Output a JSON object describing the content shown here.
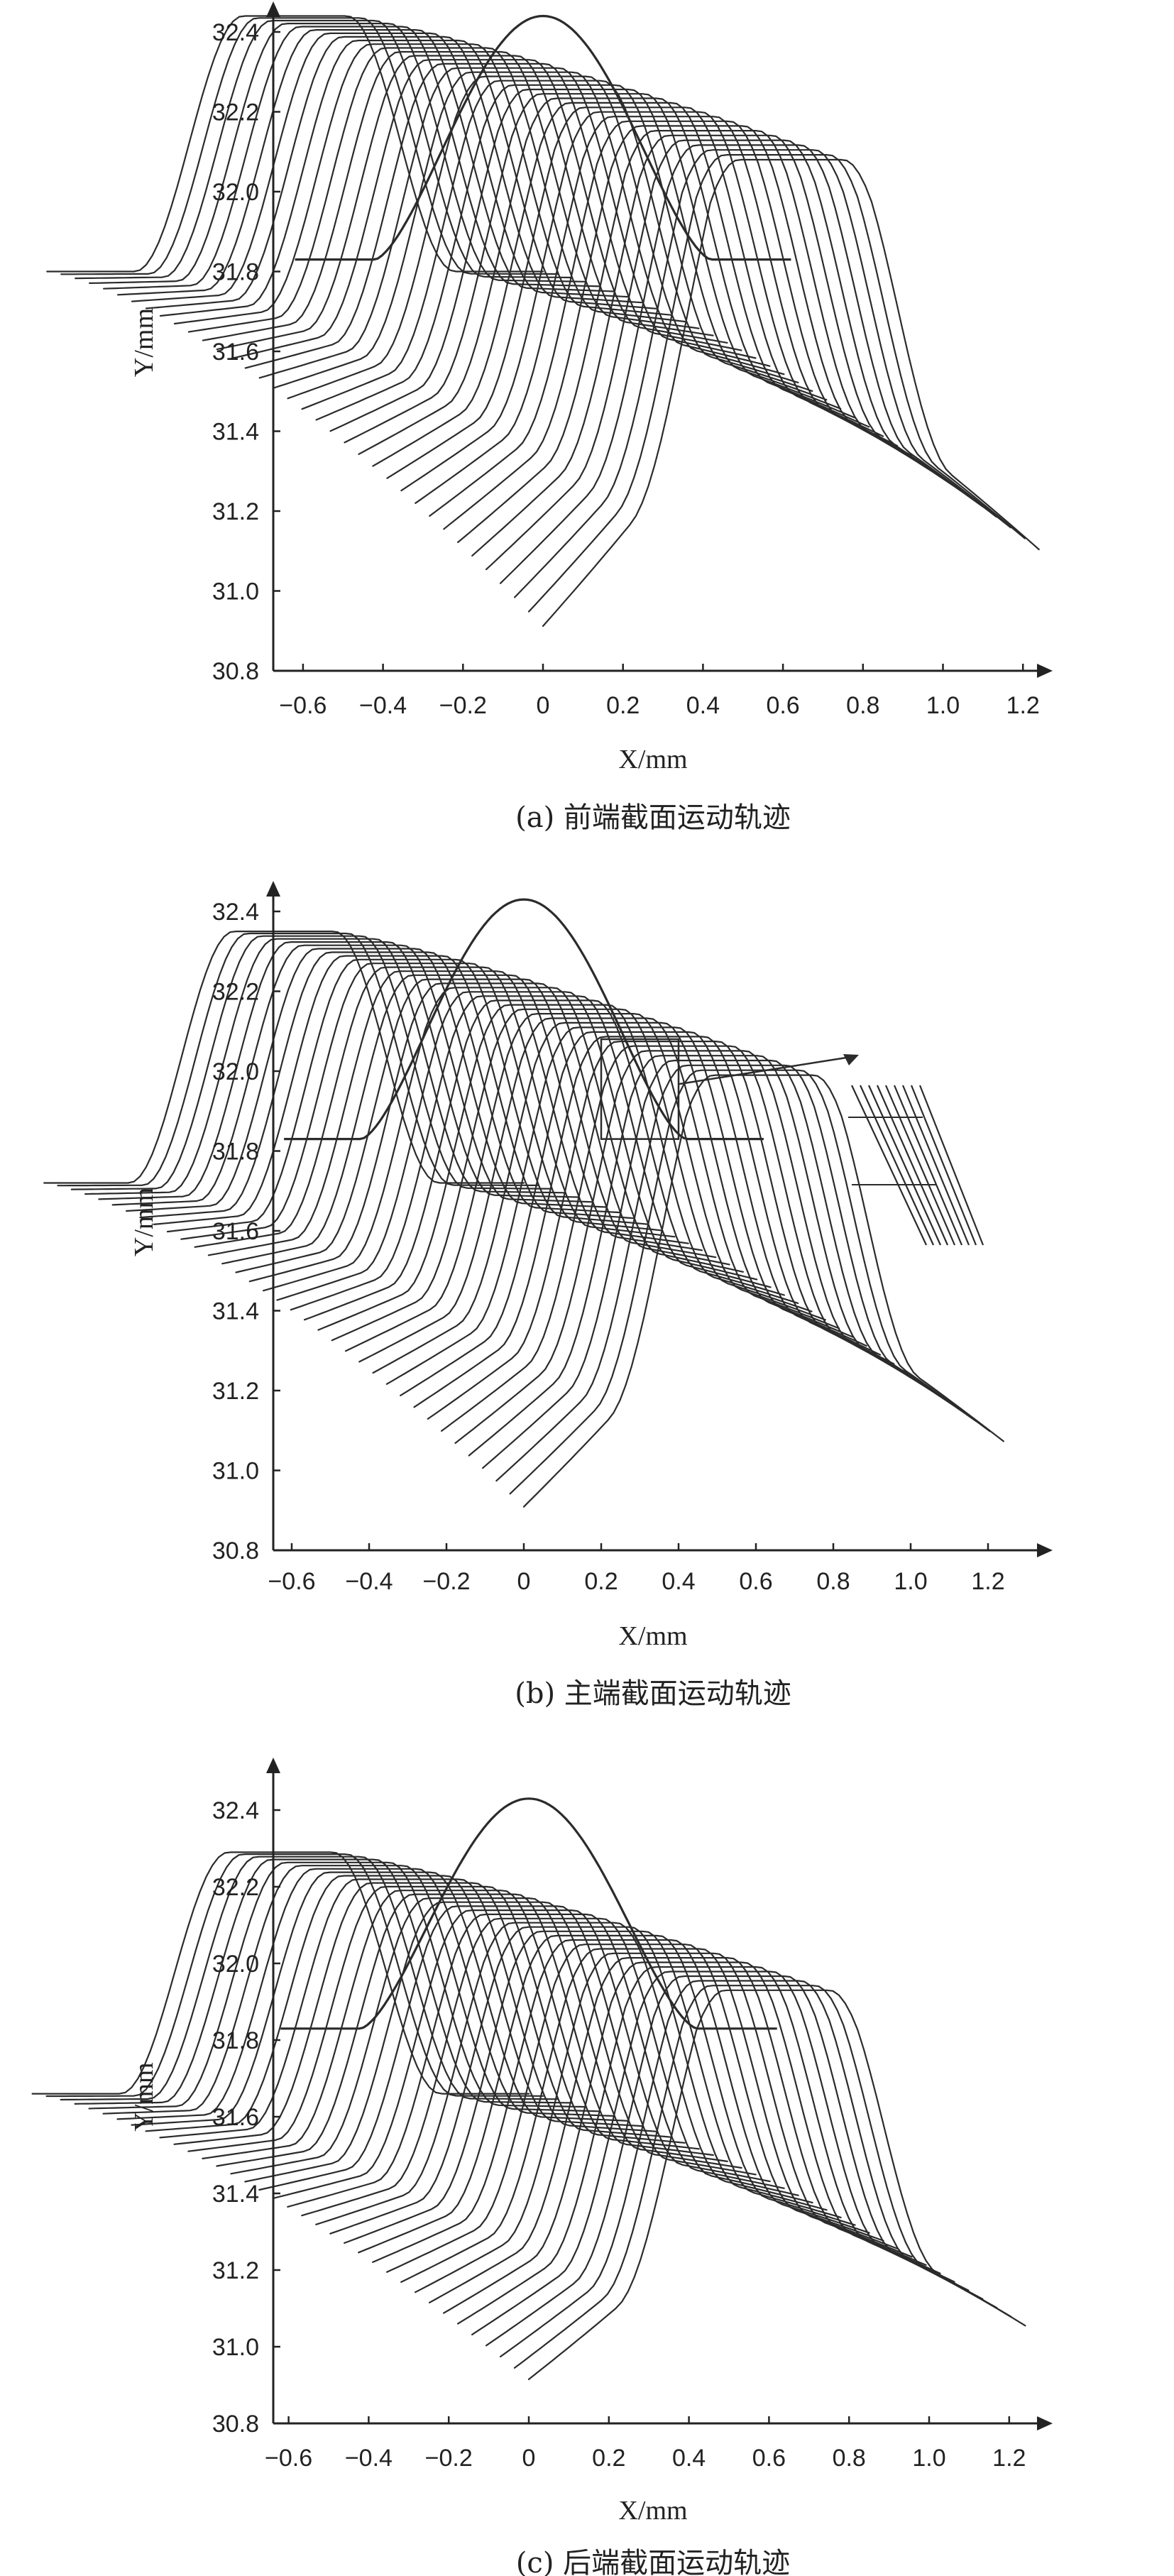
{
  "chart_data": [
    {
      "type": "line",
      "caption": "(a) 前端截面运动轨迹",
      "xlabel": "X/mm",
      "ylabel": "Y/mm",
      "xlim": [
        -0.7,
        1.3
      ],
      "ylim": [
        30.8,
        32.5
      ],
      "xticks": [
        "−0.6",
        "−0.4",
        "−0.2",
        "0",
        "0.2",
        "0.4",
        "0.6",
        "0.8",
        "1.0",
        "1.2"
      ],
      "yticks": [
        "30.8",
        "31.0",
        "31.2",
        "31.4",
        "31.6",
        "31.8",
        "32.0",
        "32.2",
        "32.4"
      ],
      "nominal_profile": {
        "x_range": [
          -0.62,
          0.62
        ],
        "base_y": 31.83,
        "peak_y": 32.44
      },
      "trajectory_family": {
        "count": 36,
        "start": {
          "dx": -0.62,
          "dy": 0.0
        },
        "end": {
          "dx": 0.62,
          "dy": -0.36
        },
        "profile_base_y": 31.8,
        "profile_peak_y": 32.44,
        "final_curve_min_y": 30.84,
        "final_curve_max_x": 1.2
      }
    },
    {
      "type": "line",
      "caption": "(b) 主端截面运动轨迹",
      "xlabel": "X/mm",
      "ylabel": "Y/mm",
      "xlim": [
        -0.7,
        1.3
      ],
      "ylim": [
        30.8,
        32.5
      ],
      "xticks": [
        "−0.6",
        "−0.4",
        "−0.2",
        "0",
        "0.2",
        "0.4",
        "0.6",
        "0.8",
        "1.0",
        "1.2"
      ],
      "yticks": [
        "30.8",
        "31.0",
        "31.2",
        "31.4",
        "31.6",
        "31.8",
        "32.0",
        "32.2",
        "32.4"
      ],
      "nominal_profile": {
        "x_range": [
          -0.62,
          0.62
        ],
        "base_y": 31.83,
        "peak_y": 32.43
      },
      "trajectory_family": {
        "count": 36,
        "start": {
          "dx": -0.62,
          "dy": 0.0
        },
        "end": {
          "dx": 0.62,
          "dy": -0.36
        },
        "profile_base_y": 31.72,
        "profile_peak_y": 32.35,
        "final_curve_min_y": 30.9,
        "final_curve_max_x": 1.22
      },
      "zoom_box": {
        "x": [
          0.2,
          0.4
        ],
        "y": [
          31.83,
          32.08
        ]
      }
    },
    {
      "type": "line",
      "caption": "(c) 后端截面运动轨迹",
      "xlabel": "X/mm",
      "ylabel": "Y/mm",
      "xlim": [
        -0.7,
        1.3
      ],
      "ylim": [
        30.8,
        32.5
      ],
      "xticks": [
        "−0.6",
        "−0.4",
        "−0.2",
        "0",
        "0.2",
        "0.4",
        "0.6",
        "0.8",
        "1.0",
        "1.2"
      ],
      "yticks": [
        "30.8",
        "31.0",
        "31.2",
        "31.4",
        "31.6",
        "31.8",
        "32.0",
        "32.2",
        "32.4"
      ],
      "nominal_profile": {
        "x_range": [
          -0.62,
          0.62
        ],
        "base_y": 31.83,
        "peak_y": 32.43
      },
      "trajectory_family": {
        "count": 36,
        "start": {
          "dx": -0.62,
          "dy": 0.0
        },
        "end": {
          "dx": 0.62,
          "dy": -0.36
        },
        "profile_base_y": 31.66,
        "profile_peak_y": 32.29,
        "final_curve_min_y": 30.96,
        "final_curve_max_x": 1.22
      }
    }
  ]
}
